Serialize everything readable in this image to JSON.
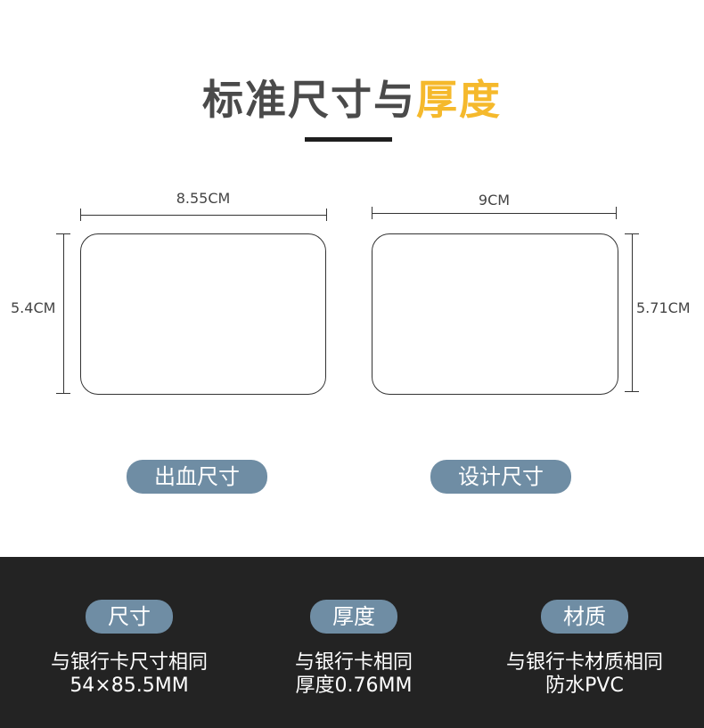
{
  "header": {
    "title_main": "标准尺寸与",
    "title_accent": "厚度",
    "accent_color": "#f5b92c"
  },
  "cards": {
    "left": {
      "width_label": "8.55CM",
      "height_label": "5.4CM",
      "caption": "出血尺寸"
    },
    "right": {
      "width_label": "9CM",
      "height_label": "5.71CM",
      "caption": "设计尺寸"
    }
  },
  "features": [
    {
      "tag": "尺寸",
      "line1": "与银行卡尺寸相同",
      "line2": "54×85.5MM"
    },
    {
      "tag": "厚度",
      "line1": "与银行卡相同",
      "line2": "厚度0.76MM"
    },
    {
      "tag": "材质",
      "line1": "与银行卡材质相同",
      "line2": "防水PVC"
    }
  ],
  "colors": {
    "pill": "#6f8da4",
    "footer_bg": "#232323"
  }
}
